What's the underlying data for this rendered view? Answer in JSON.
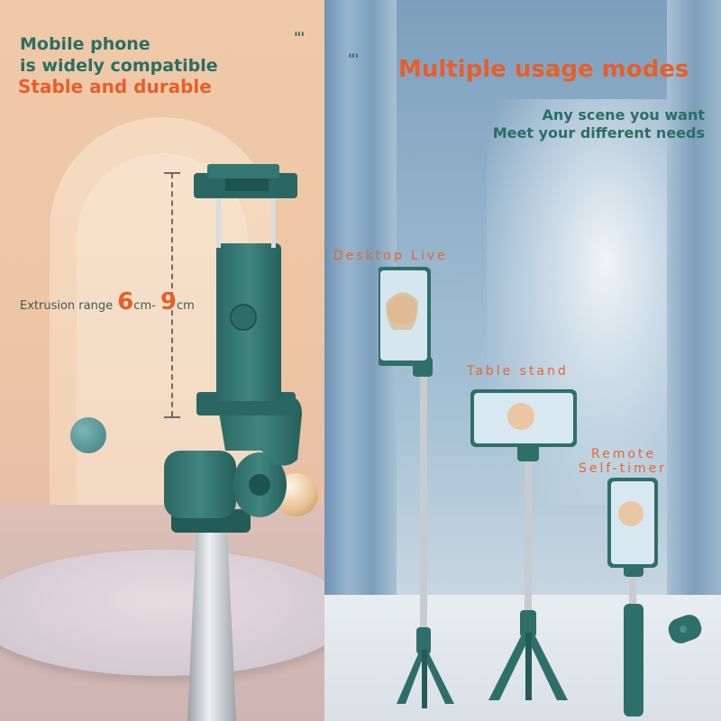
{
  "left_panel": {
    "heading_line1": "Mobile phone",
    "heading_line2": "is widely compatible",
    "heading_line3": "Stable and durable",
    "quote_mark": "\"'",
    "extrusion": {
      "label": "Extrusion range",
      "min_value": "6",
      "min_unit": "cm",
      "dash": "-",
      "max_value": "9",
      "max_unit": "cm"
    }
  },
  "right_panel": {
    "quote_mark": "\"'",
    "title": "Multiple usage modes",
    "subtitle_line1": "Any scene you want",
    "subtitle_line2": "Meet your different needs",
    "modes": [
      {
        "label": "Desktop Live"
      },
      {
        "label": "Table stand"
      },
      {
        "label_line1": "Remote",
        "label_line2": "Self-timer"
      }
    ]
  },
  "colors": {
    "accent_green": "#2a6f63",
    "accent_orange": "#e85e2a",
    "device_teal": "#2f6f69"
  },
  "icons": [
    "phone-clamp",
    "tripod",
    "remote-shutter"
  ]
}
